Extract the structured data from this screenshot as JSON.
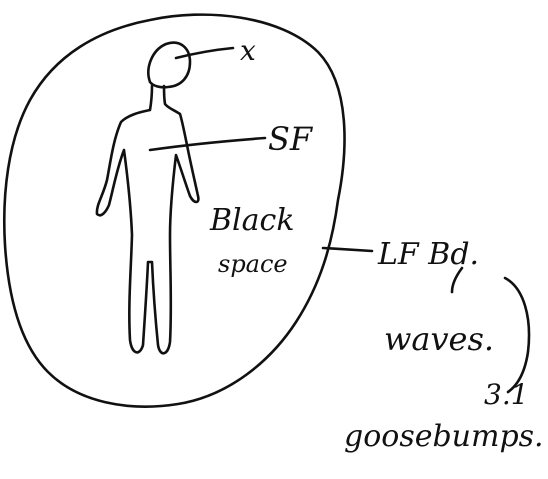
{
  "labels": {
    "x_mark": "x",
    "sf": "SF",
    "black_line1": "Black",
    "black_line2": "space",
    "lf_bd": "LF Bd.",
    "waves": "waves.",
    "three_one": "3.1",
    "goosebumps": "goosebumps."
  },
  "ink_color": "#111111",
  "background_color": "#ffffff"
}
